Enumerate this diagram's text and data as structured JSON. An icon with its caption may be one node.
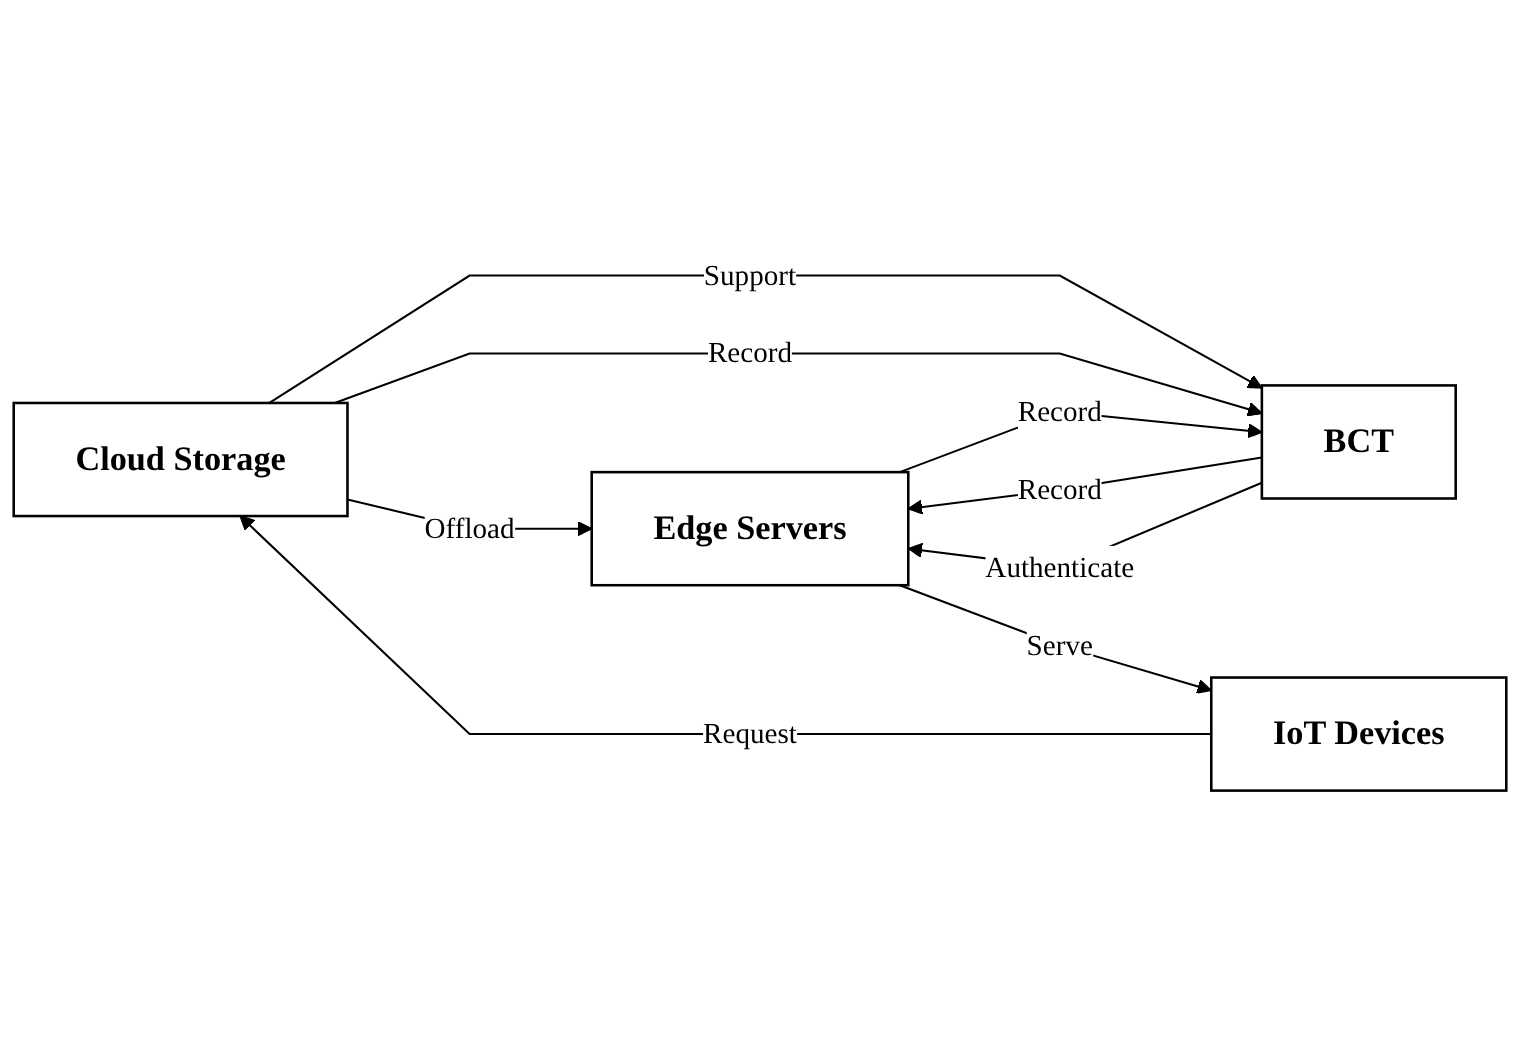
{
  "diagram": {
    "nodes": [
      {
        "text": [
          "Cloud Storage"
        ]
      },
      {
        "text": [
          "Edge Servers"
        ]
      },
      {
        "text": [
          "BCT"
        ]
      },
      {
        "text": [
          "IoT Devices"
        ]
      }
    ],
    "edges": [
      {
        "from": 0,
        "to": 1,
        "label": "Offload",
        "arrow": "to"
      },
      {
        "from": 0,
        "to": 2,
        "label": "Support",
        "arrow": "to"
      },
      {
        "from": 2,
        "to": 1,
        "label": "Record",
        "arrow": "to"
      },
      {
        "from": 0,
        "to": 2,
        "label": "Record",
        "arrow": "to"
      },
      {
        "from": 2,
        "to": 1,
        "label": "Authenticate",
        "arrow": "to"
      },
      {
        "from": 1,
        "to": 2,
        "label": "Record",
        "arrow": "to"
      },
      {
        "from": 1,
        "to": 3,
        "label": "Serve",
        "arrow": "to"
      },
      {
        "from": 3,
        "to": 0,
        "label": "Request",
        "arrow": "to"
      }
    ]
  }
}
